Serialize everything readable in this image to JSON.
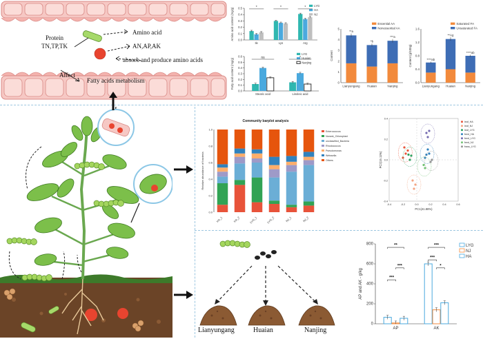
{
  "intestine_panel": {
    "protein_label": "Protein",
    "protein_sub": "TN,TP,TK",
    "amino_acid": "Amino acid",
    "an_ap_ak": "AN,AP,AK",
    "absorb": "absorb and produce amino acids",
    "affect": "Affect",
    "fatty": "Fatty acids metabolism"
  },
  "soil_labels": [
    "Lianyungang",
    "Huaian",
    "Nanjing"
  ],
  "colors": {
    "teal": "#2fb7b0",
    "light_blue": "#4aa9de",
    "orange": "#f28a3c",
    "dark_blue": "#3e6db5",
    "salmon": "#e86d4d",
    "gray": "#bfbfbf",
    "dashed_divider": "#9bc6e0"
  },
  "chart_data": [
    {
      "type": "bar",
      "title": "",
      "categories": [
        "Ile",
        "Lys",
        "Arg"
      ],
      "legend": [
        "LYG",
        "HA",
        "NJ"
      ],
      "series": [
        {
          "name": "LYG",
          "values": [
            0.14,
            0.3,
            0.41
          ]
        },
        {
          "name": "HA",
          "values": [
            0.09,
            0.27,
            0.33
          ]
        },
        {
          "name": "NJ",
          "values": [
            0.12,
            0.26,
            0.36
          ]
        }
      ],
      "ylim": [
        0,
        0.5
      ],
      "yticks": [
        "0.0",
        "0.1",
        "0.2",
        "0.3",
        "0.4",
        "0.5"
      ],
      "ylabel": "Amino acid content (mg/g)",
      "sig": [
        "*",
        "*",
        "*"
      ]
    },
    {
      "type": "bar",
      "title": "",
      "categories": [
        "Stearic acid",
        "Linoleic acid"
      ],
      "legend": [
        "LYG",
        "Huaian",
        "Nanjing"
      ],
      "series": [
        {
          "name": "LYG",
          "values": [
            0.12,
            0.15
          ]
        },
        {
          "name": "Huaian",
          "values": [
            0.4,
            0.31
          ]
        },
        {
          "name": "Nanjing",
          "values": [
            0.23,
            0.12
          ]
        }
      ],
      "ylim": [
        0,
        0.6
      ],
      "yticks": [
        "0.0",
        "0.1",
        "0.2",
        "0.3",
        "0.4",
        "0.5",
        "0.6"
      ],
      "ylabel": "Fatty acid content (mg/g)",
      "xlabel": "",
      "sig": [
        "ns",
        "*"
      ]
    },
    {
      "type": "bar",
      "title": "",
      "categories": [
        "Lianyungang",
        "Huaian",
        "Nanjing"
      ],
      "legend": [
        "Essential AA",
        "Nonessential AA"
      ],
      "series": [
        {
          "name": "Essential AA",
          "values": [
            1.8,
            1.5,
            1.8
          ]
        },
        {
          "name": "Nonessential AA",
          "values": [
            2.6,
            2.0,
            2.1
          ]
        }
      ],
      "ylim": [
        0,
        5
      ],
      "yticks": [
        "0",
        "1",
        "2",
        "3",
        "4",
        "5"
      ],
      "ylabel": "Content",
      "sig": [
        "**a",
        "*b",
        "***a"
      ]
    },
    {
      "type": "bar",
      "title": "",
      "categories": [
        "Lianyungang",
        "Huaian",
        "Nanjing"
      ],
      "legend": [
        "Saturated FA",
        "Unsaturated FA"
      ],
      "series": [
        {
          "name": "Saturated FA",
          "values": [
            0.3,
            0.4,
            0.3
          ]
        },
        {
          "name": "Unsaturated FA",
          "values": [
            0.3,
            0.9,
            0.5
          ]
        }
      ],
      "ylim": [
        0,
        1.6
      ],
      "yticks": [
        "0.0",
        "0.4",
        "0.8",
        "1.2",
        "1.6"
      ],
      "ylabel": "Content (g/100g)",
      "sig": [
        "****ab",
        "**Ag",
        "****ab"
      ]
    },
    {
      "type": "bar",
      "title": "Community barplot analysis",
      "categories": [
        "HA_1",
        "HA_2",
        "LYG_1",
        "LYG_2",
        "NJ_1",
        "NJ_2"
      ],
      "ylabel": "Relative abundance of bacteria",
      "ylim": [
        0,
        1
      ],
      "yticks": [
        "0.0",
        "0.2",
        "0.4",
        "0.6",
        "0.8",
        "1.0"
      ],
      "stacks": [
        {
          "color": "#e8533a",
          "values": [
            0.09,
            0.33,
            0.12,
            0.1,
            0.06,
            0.08
          ]
        },
        {
          "color": "#31a354",
          "values": [
            0.26,
            0.06,
            0.3,
            0.04,
            0.03,
            0.05
          ]
        },
        {
          "color": "#6baed6",
          "values": [
            0.08,
            0.2,
            0.18,
            0.28,
            0.4,
            0.44
          ]
        },
        {
          "color": "#9e9ac8",
          "values": [
            0.06,
            0.08,
            0.05,
            0.1,
            0.08,
            0.06
          ]
        },
        {
          "color": "#fdae6b",
          "values": [
            0.05,
            0.04,
            0.06,
            0.05,
            0.04,
            0.04
          ]
        },
        {
          "color": "#3182bd",
          "values": [
            0.04,
            0.06,
            0.05,
            0.1,
            0.07,
            0.06
          ]
        },
        {
          "color": "#e6550d",
          "values": [
            0.42,
            0.23,
            0.24,
            0.33,
            0.32,
            0.27
          ]
        }
      ],
      "legend": [
        "Enterococcus",
        "Norank_Chloroplast",
        "unclassified_Bacteria",
        "Rhodococcus",
        "Pseudomonas",
        "Weissella",
        "Others"
      ]
    },
    {
      "type": "scatter",
      "title": "",
      "xlabel": "PC1(41.88%)",
      "ylabel": "PC2(15.11%)",
      "legend": [
        "leaf_HA",
        "leaf_NJ",
        "leaf_LYG",
        "feed_HA",
        "feed_LYG",
        "feed_NJ",
        "frass_LYG"
      ],
      "xlim": [
        -0.4,
        0.6
      ],
      "ylim": [
        -0.4,
        0.4
      ],
      "xticks": [
        "-0.4",
        "-0.2",
        "0.0",
        "0.2",
        "0.4",
        "0.6"
      ],
      "yticks": [
        "-0.4",
        "-0.2",
        "0.0",
        "0.2",
        "0.4"
      ],
      "groups": [
        {
          "color": "#e8533a",
          "points": [
            [
              -0.18,
              0.12
            ],
            [
              -0.16,
              0.06
            ],
            [
              -0.2,
              0.02
            ],
            [
              -0.13,
              0.09
            ]
          ]
        },
        {
          "color": "#f4a582",
          "points": [
            [
              -0.06,
              -0.2
            ],
            [
              -0.04,
              -0.28
            ],
            [
              -0.02,
              -0.24
            ]
          ]
        },
        {
          "color": "#2ca25f",
          "points": [
            [
              -0.1,
              0.0
            ],
            [
              -0.08,
              0.04
            ],
            [
              -0.12,
              0.05
            ]
          ]
        },
        {
          "color": "#3182bd",
          "points": [
            [
              0.14,
              0.05
            ],
            [
              0.16,
              0.1
            ],
            [
              0.12,
              0.02
            ],
            [
              0.18,
              0.06
            ]
          ]
        },
        {
          "color": "#756bb1",
          "points": [
            [
              0.16,
              0.22
            ],
            [
              0.14,
              0.26
            ],
            [
              0.18,
              0.28
            ]
          ]
        },
        {
          "color": "#74c476",
          "points": [
            [
              0.1,
              -0.05
            ],
            [
              0.12,
              -0.08
            ]
          ]
        },
        {
          "color": "#969696",
          "points": [
            [
              0.2,
              -0.02
            ],
            [
              0.22,
              0.0
            ]
          ]
        }
      ]
    },
    {
      "type": "bar",
      "title": "",
      "categories": [
        "AP",
        "AK"
      ],
      "legend": [
        "LYG",
        "NJ",
        "HA"
      ],
      "series": [
        {
          "name": "LYG",
          "values": [
            65,
            600
          ]
        },
        {
          "name": "NJ",
          "values": [
            8,
            140
          ]
        },
        {
          "name": "HA",
          "values": [
            55,
            210
          ]
        }
      ],
      "ylim": [
        0,
        800
      ],
      "yticks": [
        "0",
        "200",
        "400",
        "600",
        "800"
      ],
      "ylabel": "AP and AK - g/kg",
      "sig": [
        {
          "group": 0,
          "from": 0,
          "to": 2,
          "label": "**",
          "level": 765
        },
        {
          "group": 0,
          "from": 0,
          "to": 1,
          "label": "***",
          "level": 440
        },
        {
          "group": 0,
          "from": 1,
          "to": 2,
          "label": "***",
          "level": 560
        },
        {
          "group": 1,
          "from": 0,
          "to": 2,
          "label": "***",
          "level": 765
        },
        {
          "group": 1,
          "from": 0,
          "to": 1,
          "label": "***",
          "level": 640
        },
        {
          "group": 1,
          "from": 1,
          "to": 2,
          "label": "*",
          "level": 560
        }
      ]
    }
  ]
}
